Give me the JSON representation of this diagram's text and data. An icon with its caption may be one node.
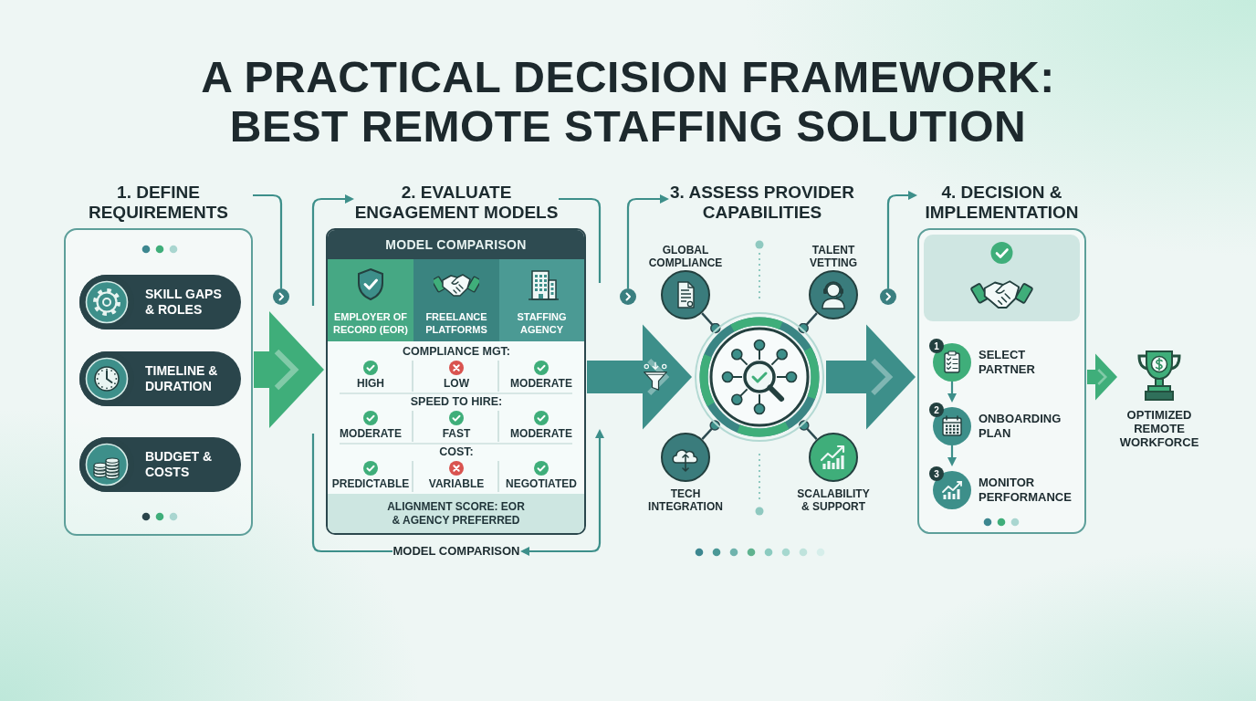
{
  "diagram": {
    "title": "A PRACTICAL DECISION FRAMEWORK: BEST REMOTE STAFFING SOLUTION",
    "nodes": [
      {
        "text": [
          "1. DEFINE REQUIREMENTS"
        ]
      },
      {
        "text": [
          "SKILL GAPS & ROLES"
        ],
        "in": 0
      },
      {
        "text": [
          "TIMELINE & DURATION"
        ],
        "in": 0
      },
      {
        "text": [
          "BUDGET & COSTS"
        ],
        "in": 0
      },
      {
        "text": [
          "2. EVALUATE ENGAGEMENT MODELS"
        ]
      },
      {
        "text": [
          "MODEL COMPARISON"
        ]
      },
      {
        "text": [
          "EMPLOYER OF RECORD (EOR)"
        ],
        "in": 5
      },
      {
        "text": [
          "FREELANCE PLATFORMS"
        ],
        "in": 5
      },
      {
        "text": [
          "STAFFING AGENCY"
        ],
        "in": 5
      },
      {
        "text": [
          "ALIGNMENT SCORE: EOR & AGENCY PREFERRED"
        ],
        "in": 5
      },
      {
        "text": [
          "MODEL COMPARISON"
        ]
      },
      {
        "text": [
          "3. ASSESS PROVIDER CAPABILITIES"
        ]
      },
      {
        "text": [],
        "shape": "circle"
      },
      {
        "text": [
          "GLOBAL COMPLIANCE"
        ]
      },
      {
        "text": [
          "TALENT VETTING"
        ]
      },
      {
        "text": [
          "TECH INTEGRATION"
        ]
      },
      {
        "text": [
          "SCALABILITY & SUPPORT"
        ]
      },
      {
        "text": [
          "4. DECISION & IMPLEMENTATION"
        ]
      },
      {
        "text": [
          "SELECT PARTNER"
        ],
        "beside": [
          "1"
        ],
        "in": 17
      },
      {
        "text": [
          "ONBOARDING PLAN"
        ],
        "beside": [
          "2"
        ],
        "in": 17
      },
      {
        "text": [
          "MONITOR PERFORMANCE"
        ],
        "beside": [
          "3"
        ],
        "in": 17
      },
      {
        "text": [
          "OPTIMIZED REMOTE WORKFORCE"
        ]
      }
    ],
    "edges": [
      {
        "from": 0,
        "to": null,
        "arrow": "none"
      },
      {
        "from": 0,
        "to": 5,
        "arrow": "to",
        "style": "thick",
        "color": "#3fae7a"
      },
      {
        "from": 5,
        "to": 4,
        "arrow": "to"
      },
      {
        "from": 4,
        "to": 5,
        "arrow": "none"
      },
      {
        "from": 5,
        "to": 10,
        "arrow": "both"
      },
      {
        "from": 10,
        "to": 5,
        "arrow": "none"
      },
      {
        "from": null,
        "to": 11,
        "arrow": "to"
      },
      {
        "from": 5,
        "to": 12,
        "arrow": "to",
        "style": "thick"
      },
      {
        "from": 12,
        "to": 13,
        "arrow": "other",
        "color": "#2d4a50"
      },
      {
        "from": 12,
        "to": 14,
        "arrow": "other",
        "color": "#2d4a50"
      },
      {
        "from": 12,
        "to": 15,
        "arrow": "other",
        "color": "#2d4a50"
      },
      {
        "from": 12,
        "to": 16,
        "arrow": "other",
        "color": "#2d4a50"
      },
      {
        "from": null,
        "to": 17,
        "arrow": "to"
      },
      {
        "from": 12,
        "to": 17,
        "arrow": "to",
        "style": "thick"
      },
      {
        "from": 18,
        "to": 19,
        "arrow": "to"
      },
      {
        "from": 19,
        "to": 20,
        "arrow": "to"
      },
      {
        "from": 17,
        "to": 21,
        "arrow": "to",
        "style": "thick",
        "color": "#3fae7a"
      }
    ],
    "labels": [
      "COMPLIANCE MGT:",
      "HIGH",
      "LOW",
      "MODERATE",
      "SPEED TO HIRE:",
      "MODERATE",
      "FAST",
      "MODERATE",
      "COST:",
      "PREDICTABLE",
      "VARIABLE",
      "NEGOTIATED"
    ]
  }
}
